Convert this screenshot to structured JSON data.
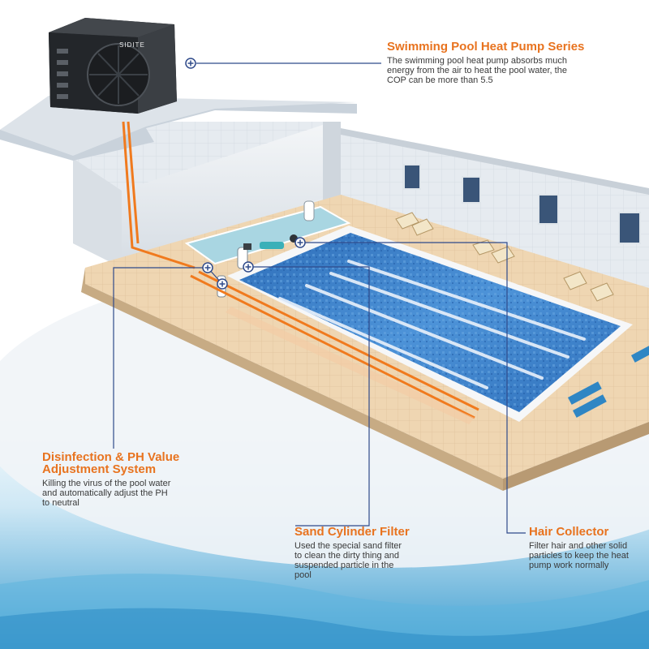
{
  "callouts": [
    {
      "id": "heat-pump",
      "title": "Swimming Pool Heat Pump Series",
      "lines": [
        "The swimming pool heat pump absorbs much",
        "energy from the air to heat the pool water, the",
        "COP can be more than 5.5"
      ]
    },
    {
      "id": "disinfection",
      "title_lines": [
        "Disinfection & PH Value",
        "Adjustment System"
      ],
      "lines": [
        "Killing the virus of the pool water",
        "and automatically adjust the PH",
        "to neutral"
      ]
    },
    {
      "id": "sand-filter",
      "title": "Sand Cylinder Filter",
      "lines": [
        "Used the special sand filter",
        "to clean the dirty thing and",
        "suspended particle in the",
        "pool"
      ]
    },
    {
      "id": "hair-collector",
      "title": "Hair Collector",
      "lines": [
        "Filter hair and other solid",
        "particles to keep the heat",
        "pump work normally"
      ]
    }
  ],
  "unit_brand": "SIDITE",
  "colors": {
    "accent": "#e8731f",
    "connector": "#2f4a8a",
    "pipe": "#f07a1e",
    "pool_water": "#3a7fc8",
    "deck": "#efd9b8",
    "wall": "#e4e9ee"
  },
  "icons": [
    "plus-circle-icon"
  ]
}
